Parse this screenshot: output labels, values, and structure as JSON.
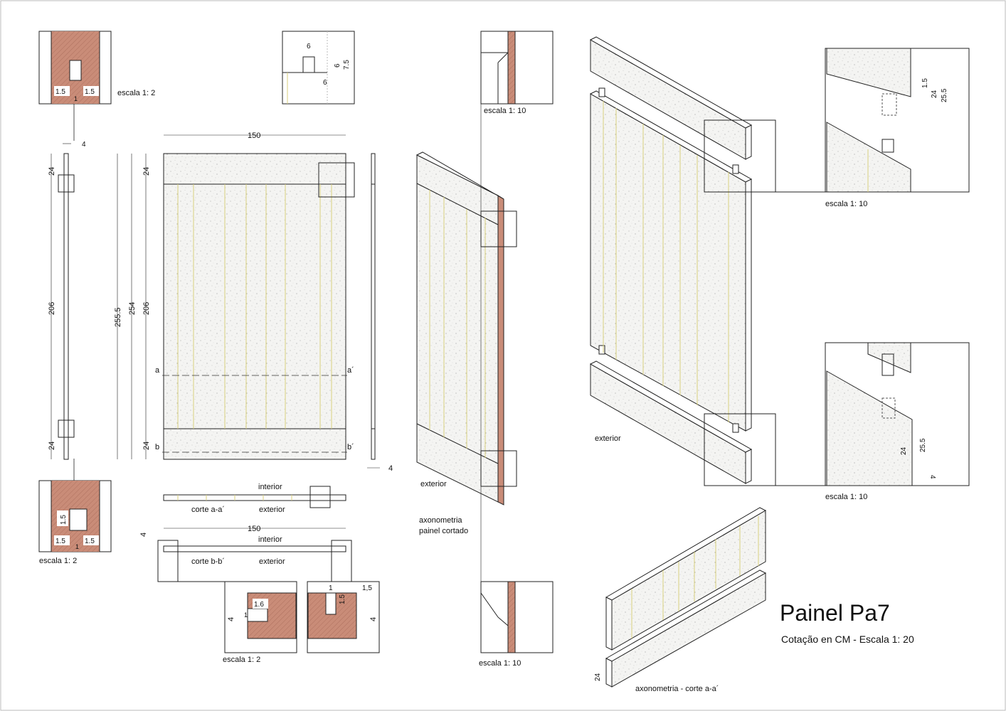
{
  "title": "Painel  Pa7",
  "subtitle": "Cotação en CM - Escala 1: 20",
  "colors": {
    "wood": "#c98c78",
    "concrete": "#f3f3f1",
    "joint": "#d8cf7e",
    "line": "#222222"
  },
  "scales": {
    "detail_top_left": "escala 1: 2",
    "detail_bottom_left": "escala 1: 2",
    "detail_bottom_center": "escala 1: 2",
    "section_top": "escala 1: 10",
    "section_bottom": "escala 1: 10",
    "axo_detail_top": "escala 1: 10",
    "axo_detail_bottom": "escala 1: 10"
  },
  "labels": {
    "interior_1": "interior",
    "exterior_1": "exterior",
    "corte_aa": "corte a-a´",
    "interior_2": "interior",
    "exterior_2": "exterior",
    "corte_bb": "corte b-b´",
    "exterior_axo": "exterior",
    "axo_cut_line1": "axonometria",
    "axo_cut_line2": "painel cortado",
    "exterior_big": "exterior",
    "axo_aa": "axonometria - corte a-a´",
    "sec_a": "a",
    "sec_a2": "a´",
    "sec_b": "b",
    "sec_b2": "b´"
  },
  "dims": {
    "width_150": "150",
    "width_150_b": "150",
    "thk_4_top": "4",
    "thk_4_right": "4",
    "thk_4_bb": "4",
    "h_24_top_side": "24",
    "h_206_side": "206",
    "h_24_bot_side": "24",
    "h_255_5": "255.5",
    "h_254": "254",
    "h_24_top_front": "24",
    "h_206_front": "206",
    "h_24_bot_front": "24",
    "tl_1_5_a": "1.5",
    "tl_1_5_b": "1.5",
    "tl_1": "1",
    "bl_1_5_v": "1.5",
    "bl_1_5_a": "1.5",
    "bl_1_5_b": "1.5",
    "bl_1": "1",
    "tc_6_a": "6",
    "tc_6_b": "6",
    "tc_6_c": "6",
    "tc_7_5": "7.5",
    "bc_1_6": "1.6",
    "bc_4_l": "4",
    "bc_1_l": "1",
    "bc_1": "1",
    "bc_1_5": "1,5",
    "bc_1_5_v": "1.5",
    "bc_4_r": "4",
    "ad_1_5": "1.5",
    "ad_24": "24",
    "ad_25_5": "25.5",
    "ad_24_b": "24",
    "ad_25_5_b": "25.5",
    "ad_4": "4",
    "axo_24": "24"
  }
}
